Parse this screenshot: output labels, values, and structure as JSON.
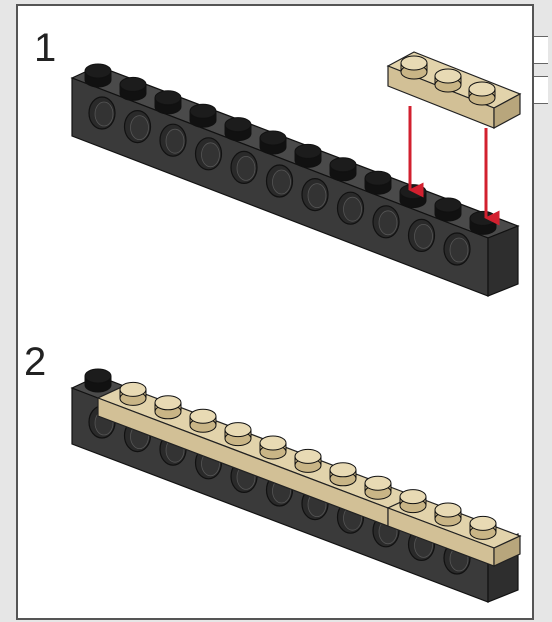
{
  "steps": [
    {
      "number": "1"
    },
    {
      "number": "2"
    }
  ],
  "colors": {
    "dark_brick": "#3c3c3c",
    "tan_plate": "#d9c9a0",
    "arrow": "#d2202f",
    "background": "#e6e6e6"
  },
  "icons": [
    "technic-brick-1x12",
    "plate-1x3",
    "plate-1x8",
    "down-arrow"
  ]
}
